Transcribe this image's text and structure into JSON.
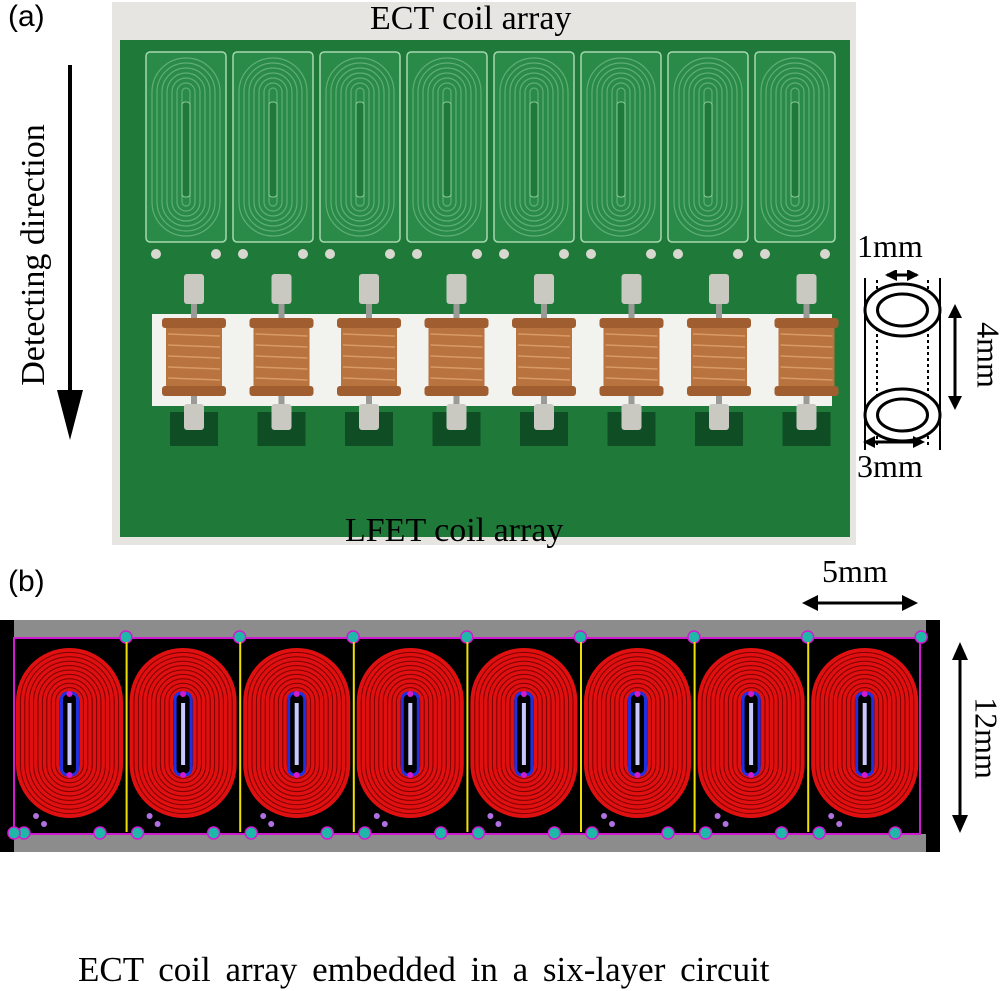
{
  "panel_a": {
    "label": "(a)",
    "top_caption": "ECT coil array",
    "bottom_caption": "LFET coil array",
    "direction_label": "Detecting direction",
    "coil_dims": {
      "inner": "1mm",
      "height": "4mm",
      "outer": "3mm"
    },
    "ect_coil_count": 8,
    "lfet_coil_count": 8
  },
  "panel_b": {
    "label": "(b)",
    "scale_width": "5mm",
    "scale_height": "12mm",
    "caption": "ECT coil array embedded in a six-layer circuit",
    "coil_count": 8
  },
  "colors": {
    "pcb_green": "#1f7a3a",
    "copper": "#b8733f",
    "trace_red": "#e01010",
    "board_black": "#000000",
    "via_teal": "#1fb8a8",
    "outline_magenta": "#d01ad0",
    "divider_yellow": "#f0e000",
    "slot_blue": "#2030e0"
  }
}
